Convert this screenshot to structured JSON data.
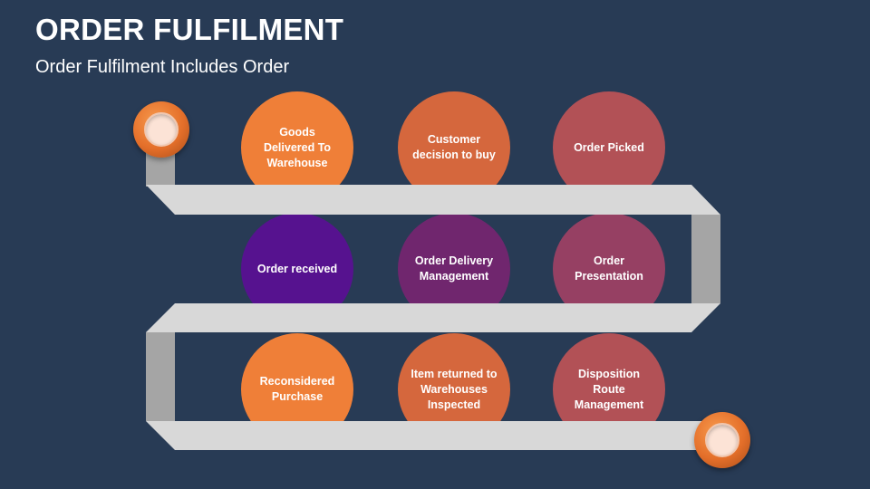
{
  "title": "ORDER FULFILMENT",
  "subtitle": "Order Fulfilment Includes Order",
  "colors": {
    "background": "#283B55",
    "orange": "#EF7F38",
    "copper": "#D5673D",
    "rose": "#B25156",
    "violet": "#56128F",
    "plum": "#70266E",
    "mauve": "#964063",
    "ribbon_face": "#D8D8D8",
    "ribbon_side": "#A5A5A5"
  },
  "steps": [
    {
      "label": "Goods Delivered To Warehouse",
      "color": "#EF7F38"
    },
    {
      "label": "Customer decision to buy",
      "color": "#D5673D"
    },
    {
      "label": "Order Picked",
      "color": "#B25156"
    },
    {
      "label": "Order received",
      "color": "#56128F"
    },
    {
      "label": "Order Delivery Management",
      "color": "#70266E"
    },
    {
      "label": "Order Presentation",
      "color": "#964063"
    },
    {
      "label": "Reconsidered Purchase",
      "color": "#EF7F38"
    },
    {
      "label": "Item returned to Warehouses Inspected",
      "color": "#D5673D"
    },
    {
      "label": "Disposition Route Management",
      "color": "#B25156"
    }
  ],
  "icons": {
    "start": "start-knob-icon",
    "end": "end-knob-icon"
  }
}
